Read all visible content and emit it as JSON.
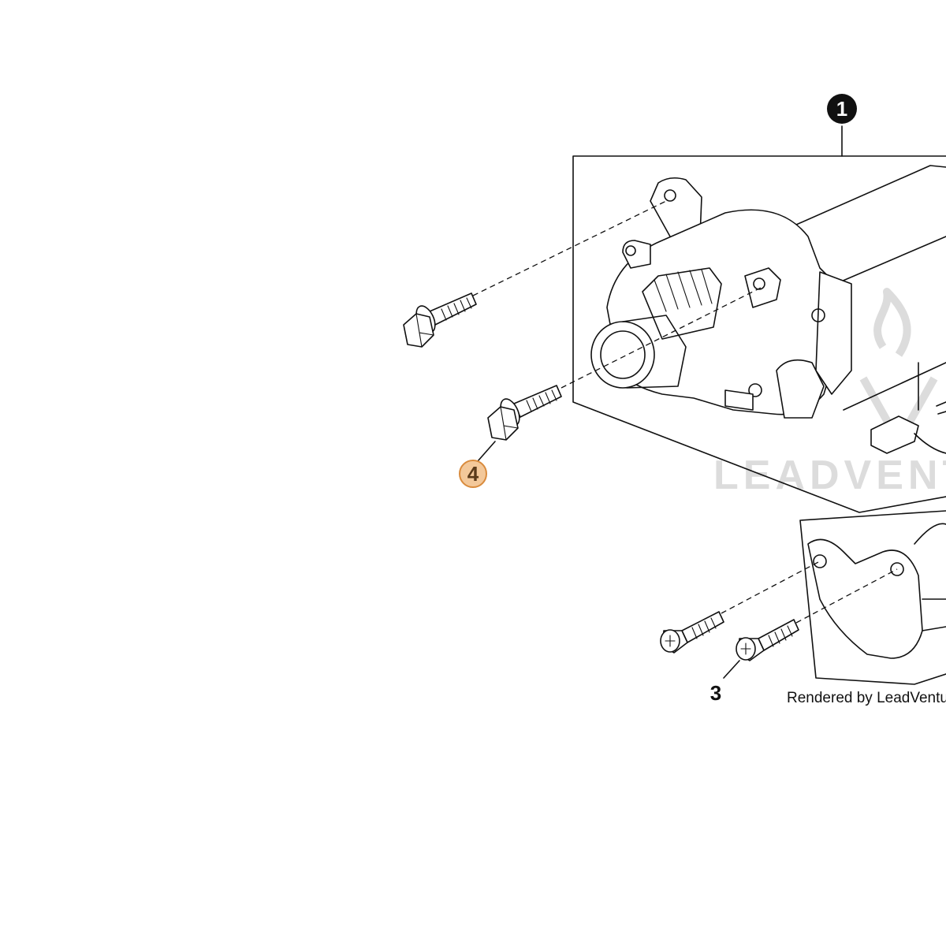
{
  "callouts": [
    {
      "id": "1",
      "label": "1",
      "style": "filled-circle",
      "interactive": true
    },
    {
      "id": "3",
      "label": "3",
      "style": "plain-text",
      "interactive": true
    },
    {
      "id": "4",
      "label": "4",
      "style": "highlighted-circle",
      "interactive": true
    }
  ],
  "credit_text": "Rendered by LeadVentures",
  "watermark_text": "LEADVENTURES",
  "colors": {
    "line": "#111111",
    "callout_filled": "#111111",
    "callout_highlight_fill": "#f3c89a",
    "callout_highlight_stroke": "#d98b3d",
    "watermark": "#dcdcdc",
    "background": "#ffffff"
  }
}
